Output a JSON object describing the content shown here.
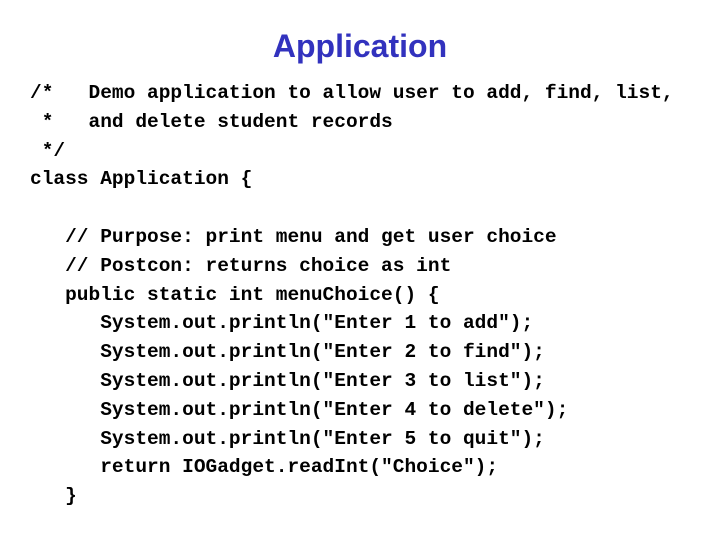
{
  "slide": {
    "title": "Application"
  },
  "code": {
    "lines": [
      "/*   Demo application to allow user to add, find, list,",
      " *   and delete student records",
      " */",
      "class Application {",
      "",
      "   // Purpose: print menu and get user choice",
      "   // Postcon: returns choice as int",
      "   public static int menuChoice() {",
      "      System.out.println(\"Enter 1 to add\");",
      "      System.out.println(\"Enter 2 to find\");",
      "      System.out.println(\"Enter 3 to list\");",
      "      System.out.println(\"Enter 4 to delete\");",
      "      System.out.println(\"Enter 5 to quit\");",
      "      return IOGadget.readInt(\"Choice\");",
      "   }"
    ]
  },
  "colors": {
    "title": "#3232be",
    "code": "#000000",
    "background": "#ffffff"
  }
}
